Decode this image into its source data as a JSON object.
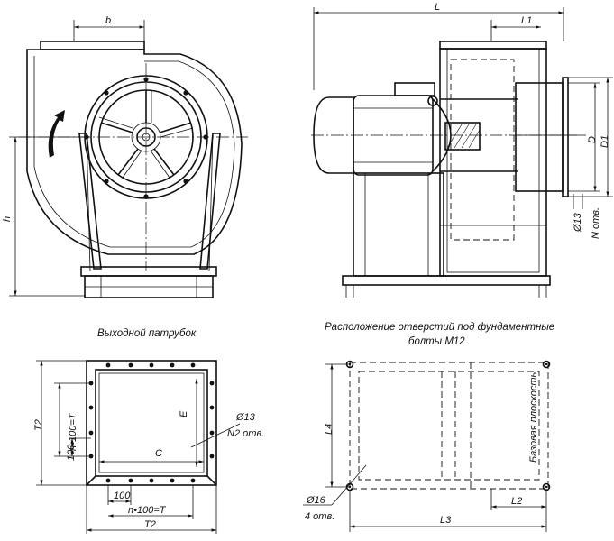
{
  "labels": {
    "b": "b",
    "h": "h",
    "L": "L",
    "L1": "L1",
    "D": "D",
    "D1": "D1",
    "hole13_side": "Ø13",
    "holes_N": "N отв.",
    "T2_left": "T2",
    "nT_left": "n•100=T",
    "p100_left": "100",
    "E": "E",
    "C": "C",
    "hole13_outlet": "Ø13",
    "holes_N2": "N2 отв.",
    "p100_bottom": "100",
    "nT_bottom": "n•100=T",
    "T2_bottom": "T2",
    "L4": "L4",
    "base_plane": "Базовая плоскость",
    "hole16": "Ø16",
    "holes_4": "4 отв.",
    "L2": "L2",
    "L3": "L3"
  },
  "captions": {
    "outlet": "Выходной патрубок",
    "foundation_line1": "Расположение отверстий под фундаментные",
    "foundation_line2": "болты М12"
  }
}
